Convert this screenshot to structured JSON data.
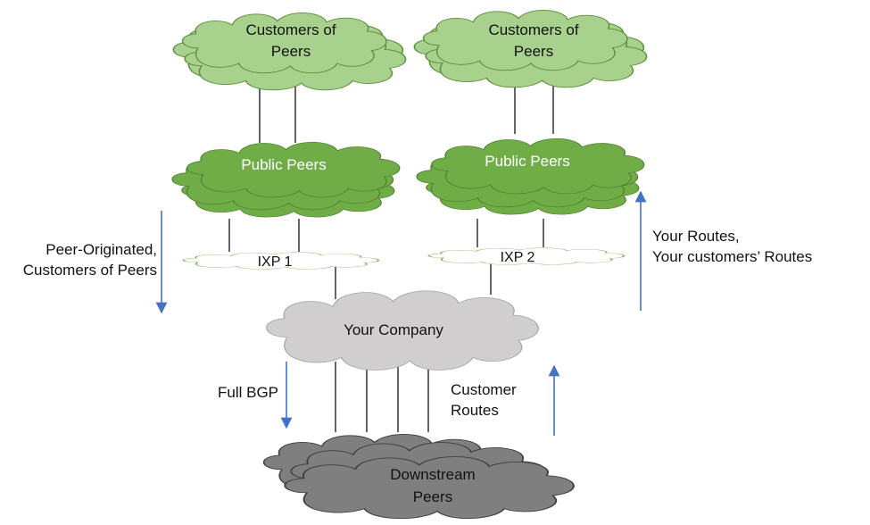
{
  "nodes": {
    "customers_left": {
      "line1": "Customers of",
      "line2": "Peers"
    },
    "customers_right": {
      "line1": "Customers of",
      "line2": "Peers"
    },
    "public_left": {
      "label": "Public Peers"
    },
    "public_right": {
      "label": "Public Peers"
    },
    "ixp1": {
      "label": "IXP 1"
    },
    "ixp2": {
      "label": "IXP 2"
    },
    "your_company": {
      "label": "Your Company"
    },
    "downstream": {
      "line1": "Downstream",
      "line2": "Peers"
    }
  },
  "annotations": {
    "left_flow": {
      "line1": "Peer-Originated,",
      "line2": "Customers of Peers"
    },
    "right_flow": {
      "line1": "Your Routes,",
      "line2": "Your customers’ Routes"
    },
    "full_bgp": "Full BGP",
    "customer_routes": {
      "line1": "Customer",
      "line2": "Routes"
    }
  },
  "colors": {
    "light_green": "#a9d18e",
    "dark_green": "#70ad47",
    "light_gray": "#d0cece",
    "dark_gray": "#7f7f7f",
    "arrow_blue": "#4472c4"
  }
}
